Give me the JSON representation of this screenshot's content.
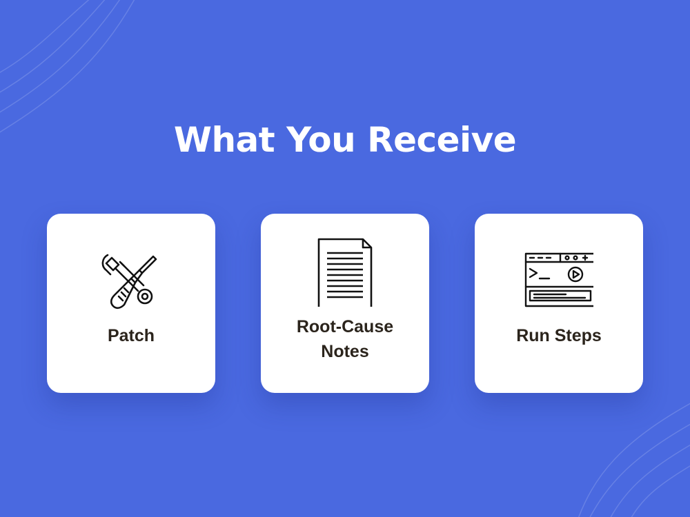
{
  "page": {
    "title": "What You Receive",
    "background_color": "#4a69e0"
  },
  "cards": [
    {
      "label": "Patch",
      "icon": "wrench-screwdriver-icon"
    },
    {
      "label_line1": "Root-Cause",
      "label_line2": "Notes",
      "icon": "document-icon"
    },
    {
      "label": "Run Steps",
      "icon": "terminal-window-icon"
    }
  ]
}
